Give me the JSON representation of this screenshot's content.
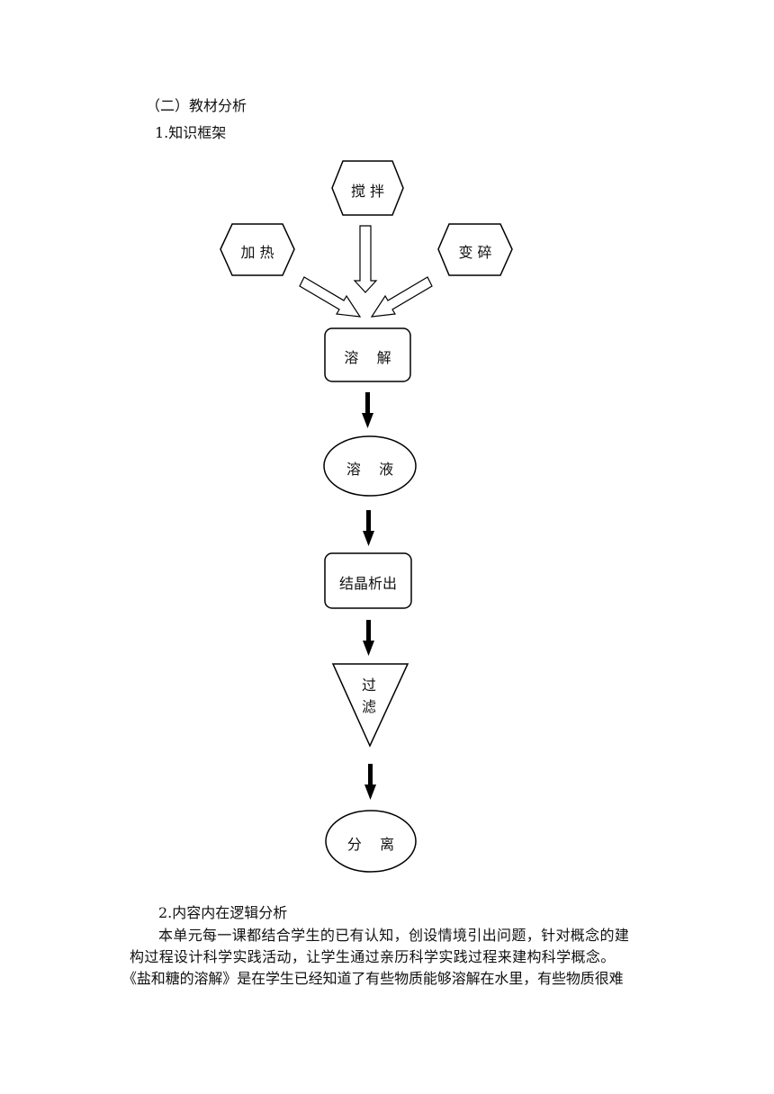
{
  "section_heading": "（二）教材分析",
  "subsection_1": "1.知识框架",
  "diagram": {
    "stir": "搅 拌",
    "heat": "加 热",
    "crush": "变 碎",
    "dissolve": "溶    解",
    "solution": "溶    液",
    "crystallize": "结晶析出",
    "filter_line1": "过",
    "filter_line2": "滤",
    "separate": "分    离"
  },
  "subsection_2": "2.内容内在逻辑分析",
  "paragraph": {
    "line1": "本单元每一课都结合学生的已有认知，创设情境引出问题，针对概念的建",
    "line2": "构过程设计科学实践活动，让学生通过亲历科学实践过程来建构科学概念。",
    "line3": "《盐和糖的溶解》是在学生已经知道了有些物质能够溶解在水里，有些物质很难"
  }
}
